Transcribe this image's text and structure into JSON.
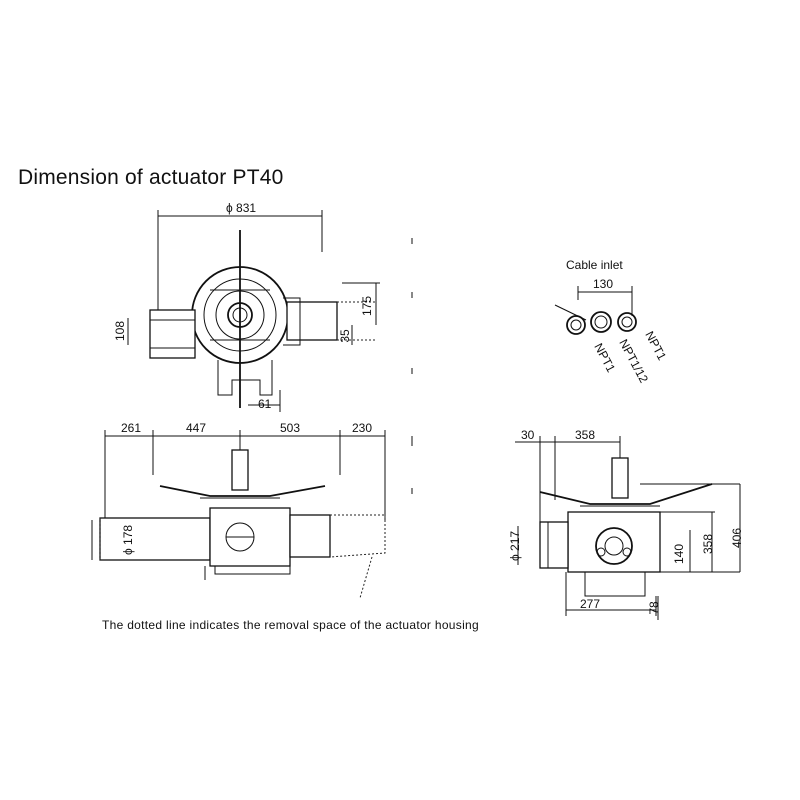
{
  "title": "Dimension of actuator PT40",
  "caption": "The dotted line indicates the removal space of the actuator housing",
  "top_view": {
    "diameter": "ϕ 831",
    "height_right": "175",
    "height_left": "108",
    "offset": "35",
    "bottom_width": "61"
  },
  "front_view": {
    "segments": [
      "261",
      "447",
      "503",
      "230"
    ],
    "left_dia": "ϕ 178"
  },
  "side_view": {
    "top_left": "30",
    "top_width": "358",
    "left_dia": "ϕ 217",
    "h_358": "358",
    "h_406": "406",
    "h_140": "140",
    "bottom_width": "277",
    "bottom_h": "78"
  },
  "cable_inlet": {
    "label": "Cable inlet",
    "spacing": "130",
    "ports": [
      "NPT1",
      "NPT1/12",
      "NPT1"
    ]
  }
}
